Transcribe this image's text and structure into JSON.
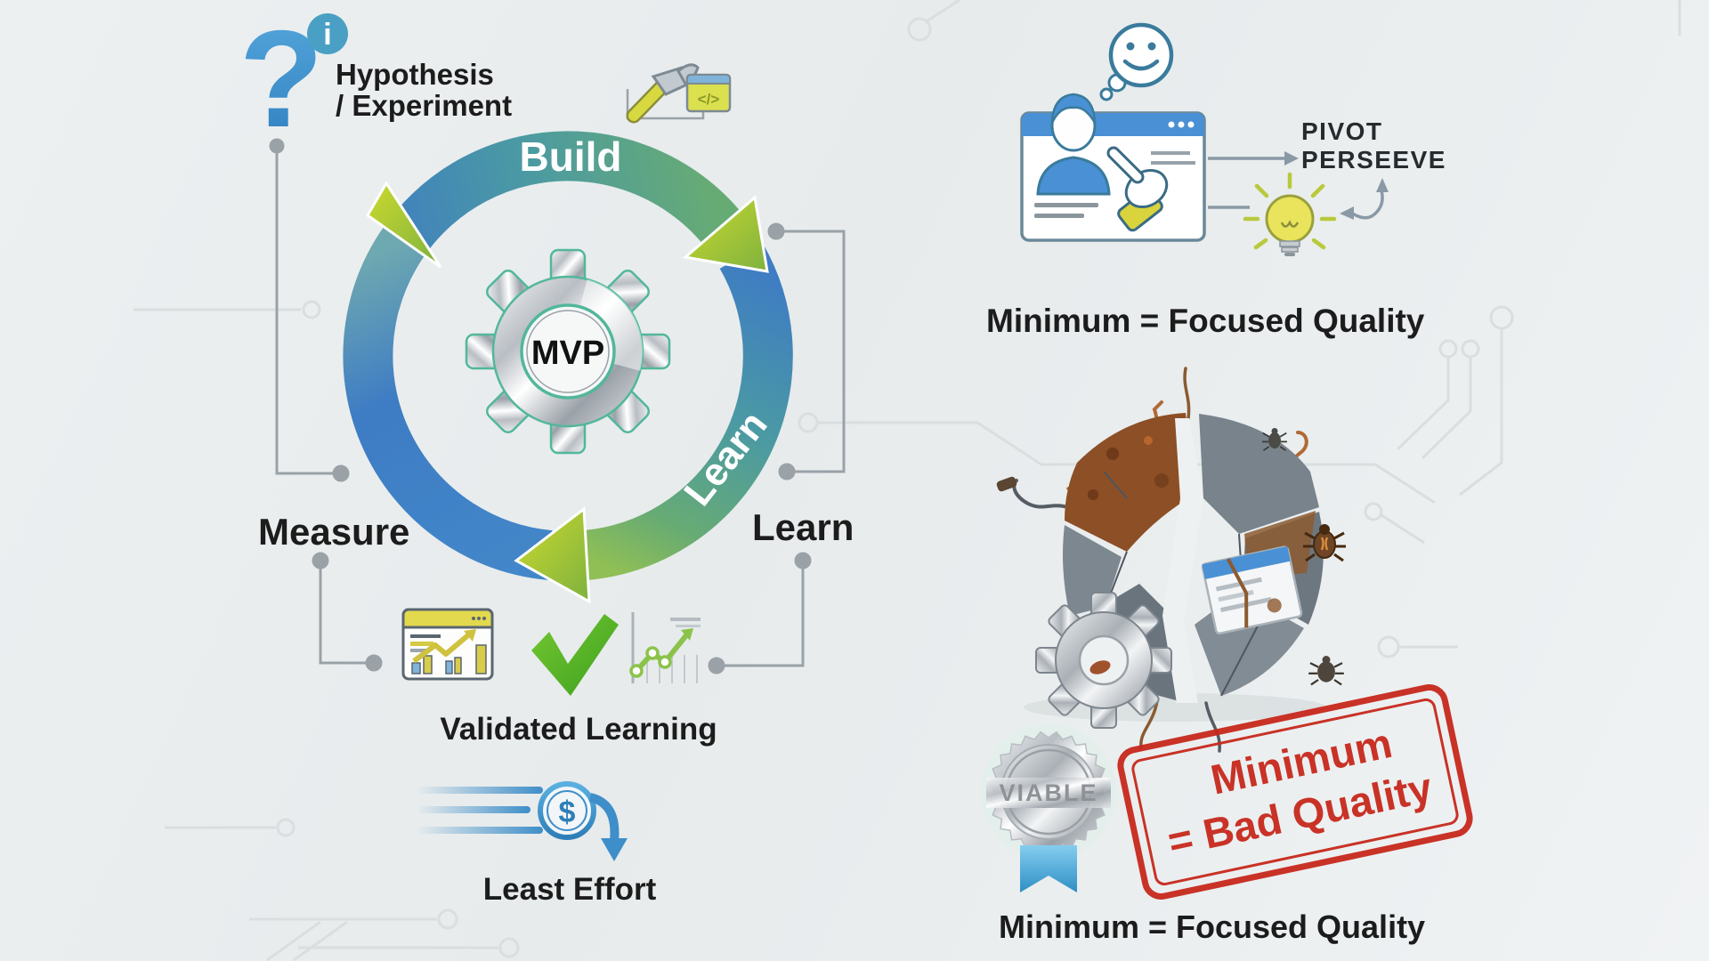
{
  "colors": {
    "background": "#e9edee",
    "arrow_blue": "#3e7cc4",
    "arrow_teal": "#4b9aa3",
    "arrow_green": "#67ab74",
    "arrow_head_yellow_green": "#b5cc33",
    "check_green": "#4fae24",
    "stamp_red": "#c8281c",
    "coin_blue": "#3e8ec9",
    "silver": "#c2c7cb",
    "bulb_yellow": "#e9e45c",
    "text_black": "#1c1c1c"
  },
  "hypothesis": {
    "question_glyph": "?",
    "info_glyph": "i",
    "line1": "Hypothesis",
    "line2": "/ Experiment"
  },
  "build_tools": {
    "code_glyph": "</>"
  },
  "cycle": {
    "build_label": "Build",
    "learn_arc_label": "Learn",
    "mvp_label": "MVP",
    "measure_label": "Measure",
    "learn_label": "Learn"
  },
  "validated": {
    "label": "Validated Learning"
  },
  "effort": {
    "label": "Least Effort",
    "dollar_glyph": "$"
  },
  "pivot": {
    "line1": "PIVOT",
    "line2": "PERSEEVE"
  },
  "quality_top": {
    "label": "Minimum = Focused Quality"
  },
  "stamp": {
    "line1": "Minimum",
    "line2": "= Bad Quality"
  },
  "badge": {
    "label": "VIABLE"
  },
  "quality_bottom": {
    "label": "Minimum = Focused Quality"
  }
}
